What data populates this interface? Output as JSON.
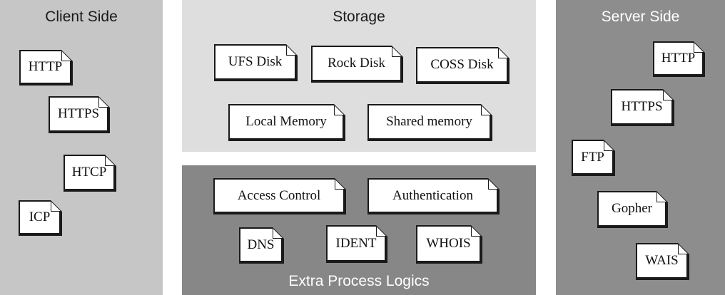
{
  "client": {
    "title": "Client Side",
    "items": [
      "HTTP",
      "HTTPS",
      "HTCP",
      "ICP"
    ]
  },
  "storage": {
    "title": "Storage",
    "items": [
      "UFS Disk",
      "Rock Disk",
      "COSS Disk",
      "Local Memory",
      "Shared memory"
    ]
  },
  "extra": {
    "title": "Extra Process Logics",
    "items": [
      "Access Control",
      "Authentication",
      "DNS",
      "IDENT",
      "WHOIS"
    ]
  },
  "server": {
    "title": "Server Side",
    "items": [
      "HTTP",
      "HTTPS",
      "FTP",
      "Gopher",
      "WAIS"
    ]
  },
  "colors": {
    "client_bg": "#c6c6c6",
    "storage_bg": "#dedede",
    "extra_bg": "#878787",
    "server_bg": "#8d8d8d"
  },
  "icons": {
    "document": "folded-corner-document-icon"
  }
}
